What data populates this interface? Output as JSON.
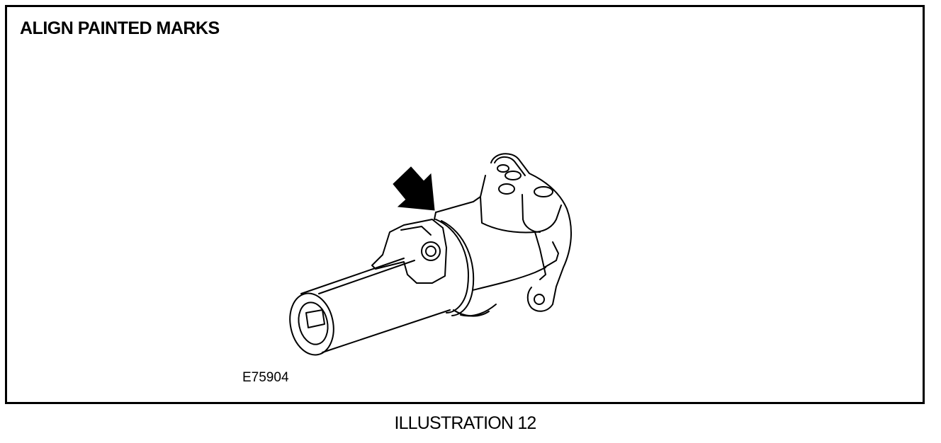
{
  "diagram": {
    "title": "ALIGN PAINTED MARKS",
    "figure_code": "E75904",
    "caption": "ILLUSTRATION 12"
  },
  "colors": {
    "ink": "#000000",
    "paper": "#ffffff"
  }
}
